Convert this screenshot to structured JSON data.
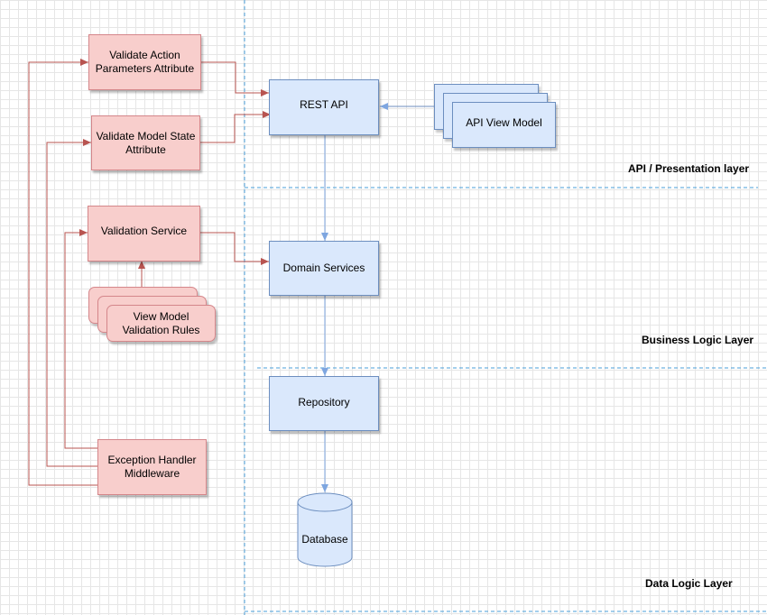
{
  "layers": {
    "api": "API / Presentation layer",
    "business": "Business Logic Layer",
    "data": "Data Logic Layer"
  },
  "nodes": {
    "validate_action": "Validate Action\nParameters Attribute",
    "validate_model_state": "Validate Model State\nAttribute",
    "validation_service": "Validation Service",
    "view_model_rules": "View Model\nValidation Rules",
    "exception_handler": "Exception Handler\nMiddleware",
    "rest_api": "REST API",
    "api_view_model": "API View Model",
    "domain_services": "Domain Services",
    "repository": "Repository",
    "database": "Database"
  },
  "colors": {
    "red_fill": "#f8cecc",
    "red_stroke": "#b85450",
    "blue_fill": "#dae8fc",
    "blue_stroke": "#6c8ebf",
    "blue_arrow": "#7ea6e0",
    "divider": "#4a9fd8"
  }
}
